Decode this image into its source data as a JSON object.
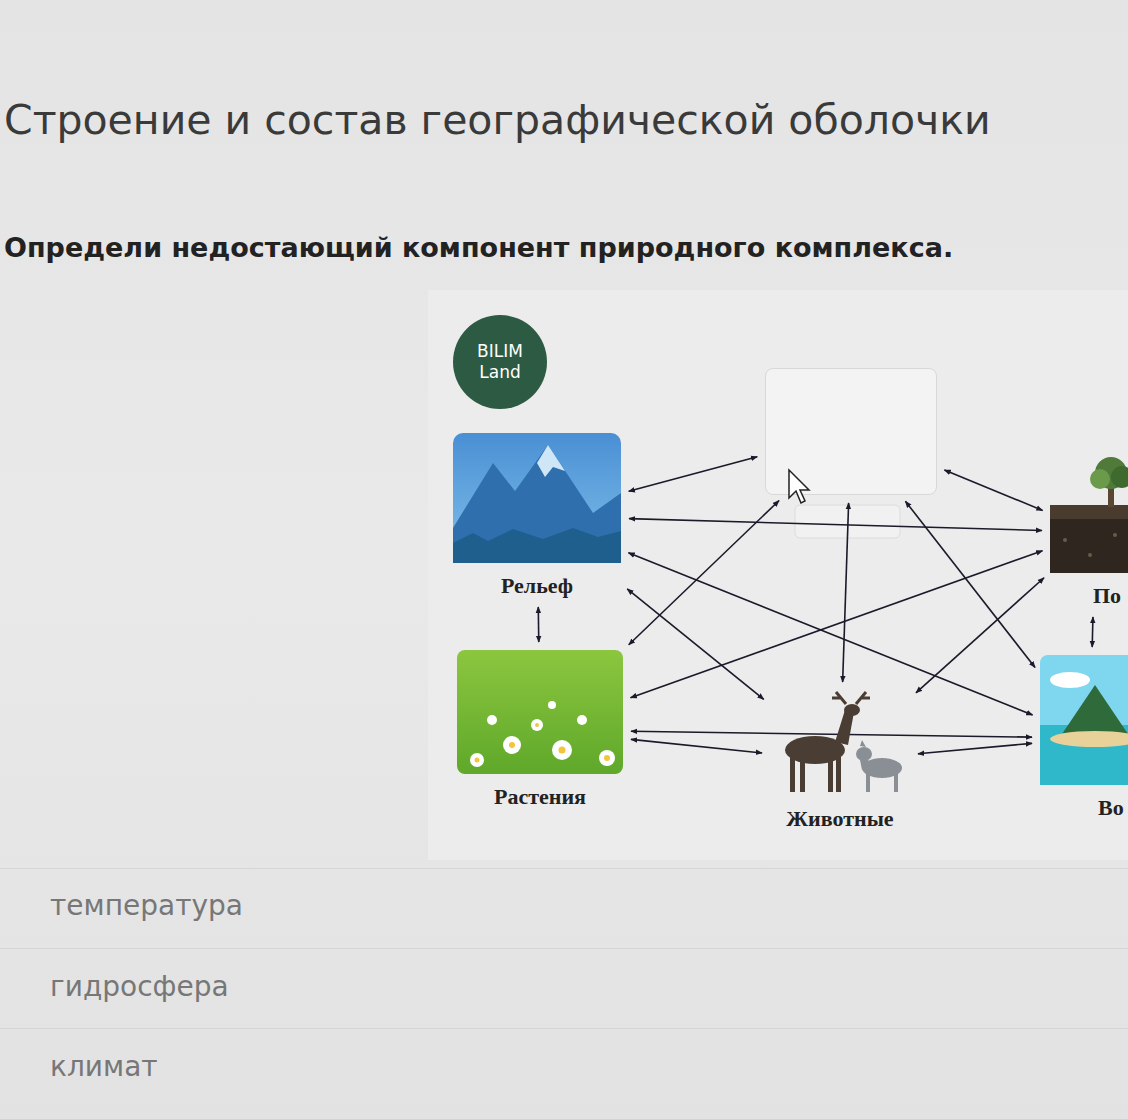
{
  "diagram": {
    "title": "Строение и состав географической оболочки",
    "nodes": [
      {
        "text": [
          "BILIM Land"
        ]
      },
      {
        "text": []
      },
      {
        "text": [
          "Рельеф"
        ]
      },
      {
        "text": [
          "По"
        ]
      },
      {
        "text": [
          "Растения"
        ]
      },
      {
        "text": [
          "Животные"
        ]
      },
      {
        "text": [
          "Во"
        ]
      }
    ],
    "edges": [
      {
        "from": 1,
        "to": 2,
        "arrow": "both"
      },
      {
        "from": 1,
        "to": 3,
        "arrow": "both"
      },
      {
        "from": 1,
        "to": 4,
        "arrow": "both"
      },
      {
        "from": 1,
        "to": 5,
        "arrow": "both"
      },
      {
        "from": 1,
        "to": 6,
        "arrow": "both"
      },
      {
        "from": 2,
        "to": 3,
        "arrow": "both"
      },
      {
        "from": 2,
        "to": 4,
        "arrow": "both"
      },
      {
        "from": 2,
        "to": 5,
        "arrow": "both"
      },
      {
        "from": 2,
        "to": 6,
        "arrow": "both"
      },
      {
        "from": 3,
        "to": 4,
        "arrow": "both"
      },
      {
        "from": 3,
        "to": 5,
        "arrow": "both"
      },
      {
        "from": 3,
        "to": 6,
        "arrow": "both"
      },
      {
        "from": 4,
        "to": 5,
        "arrow": "both"
      },
      {
        "from": 4,
        "to": 6,
        "arrow": "both"
      },
      {
        "from": 5,
        "to": 6,
        "arrow": "both"
      }
    ],
    "labels": [
      "Определи недостающий компонент природного комплекса.",
      "температура",
      "гидросфера",
      "климат"
    ]
  }
}
